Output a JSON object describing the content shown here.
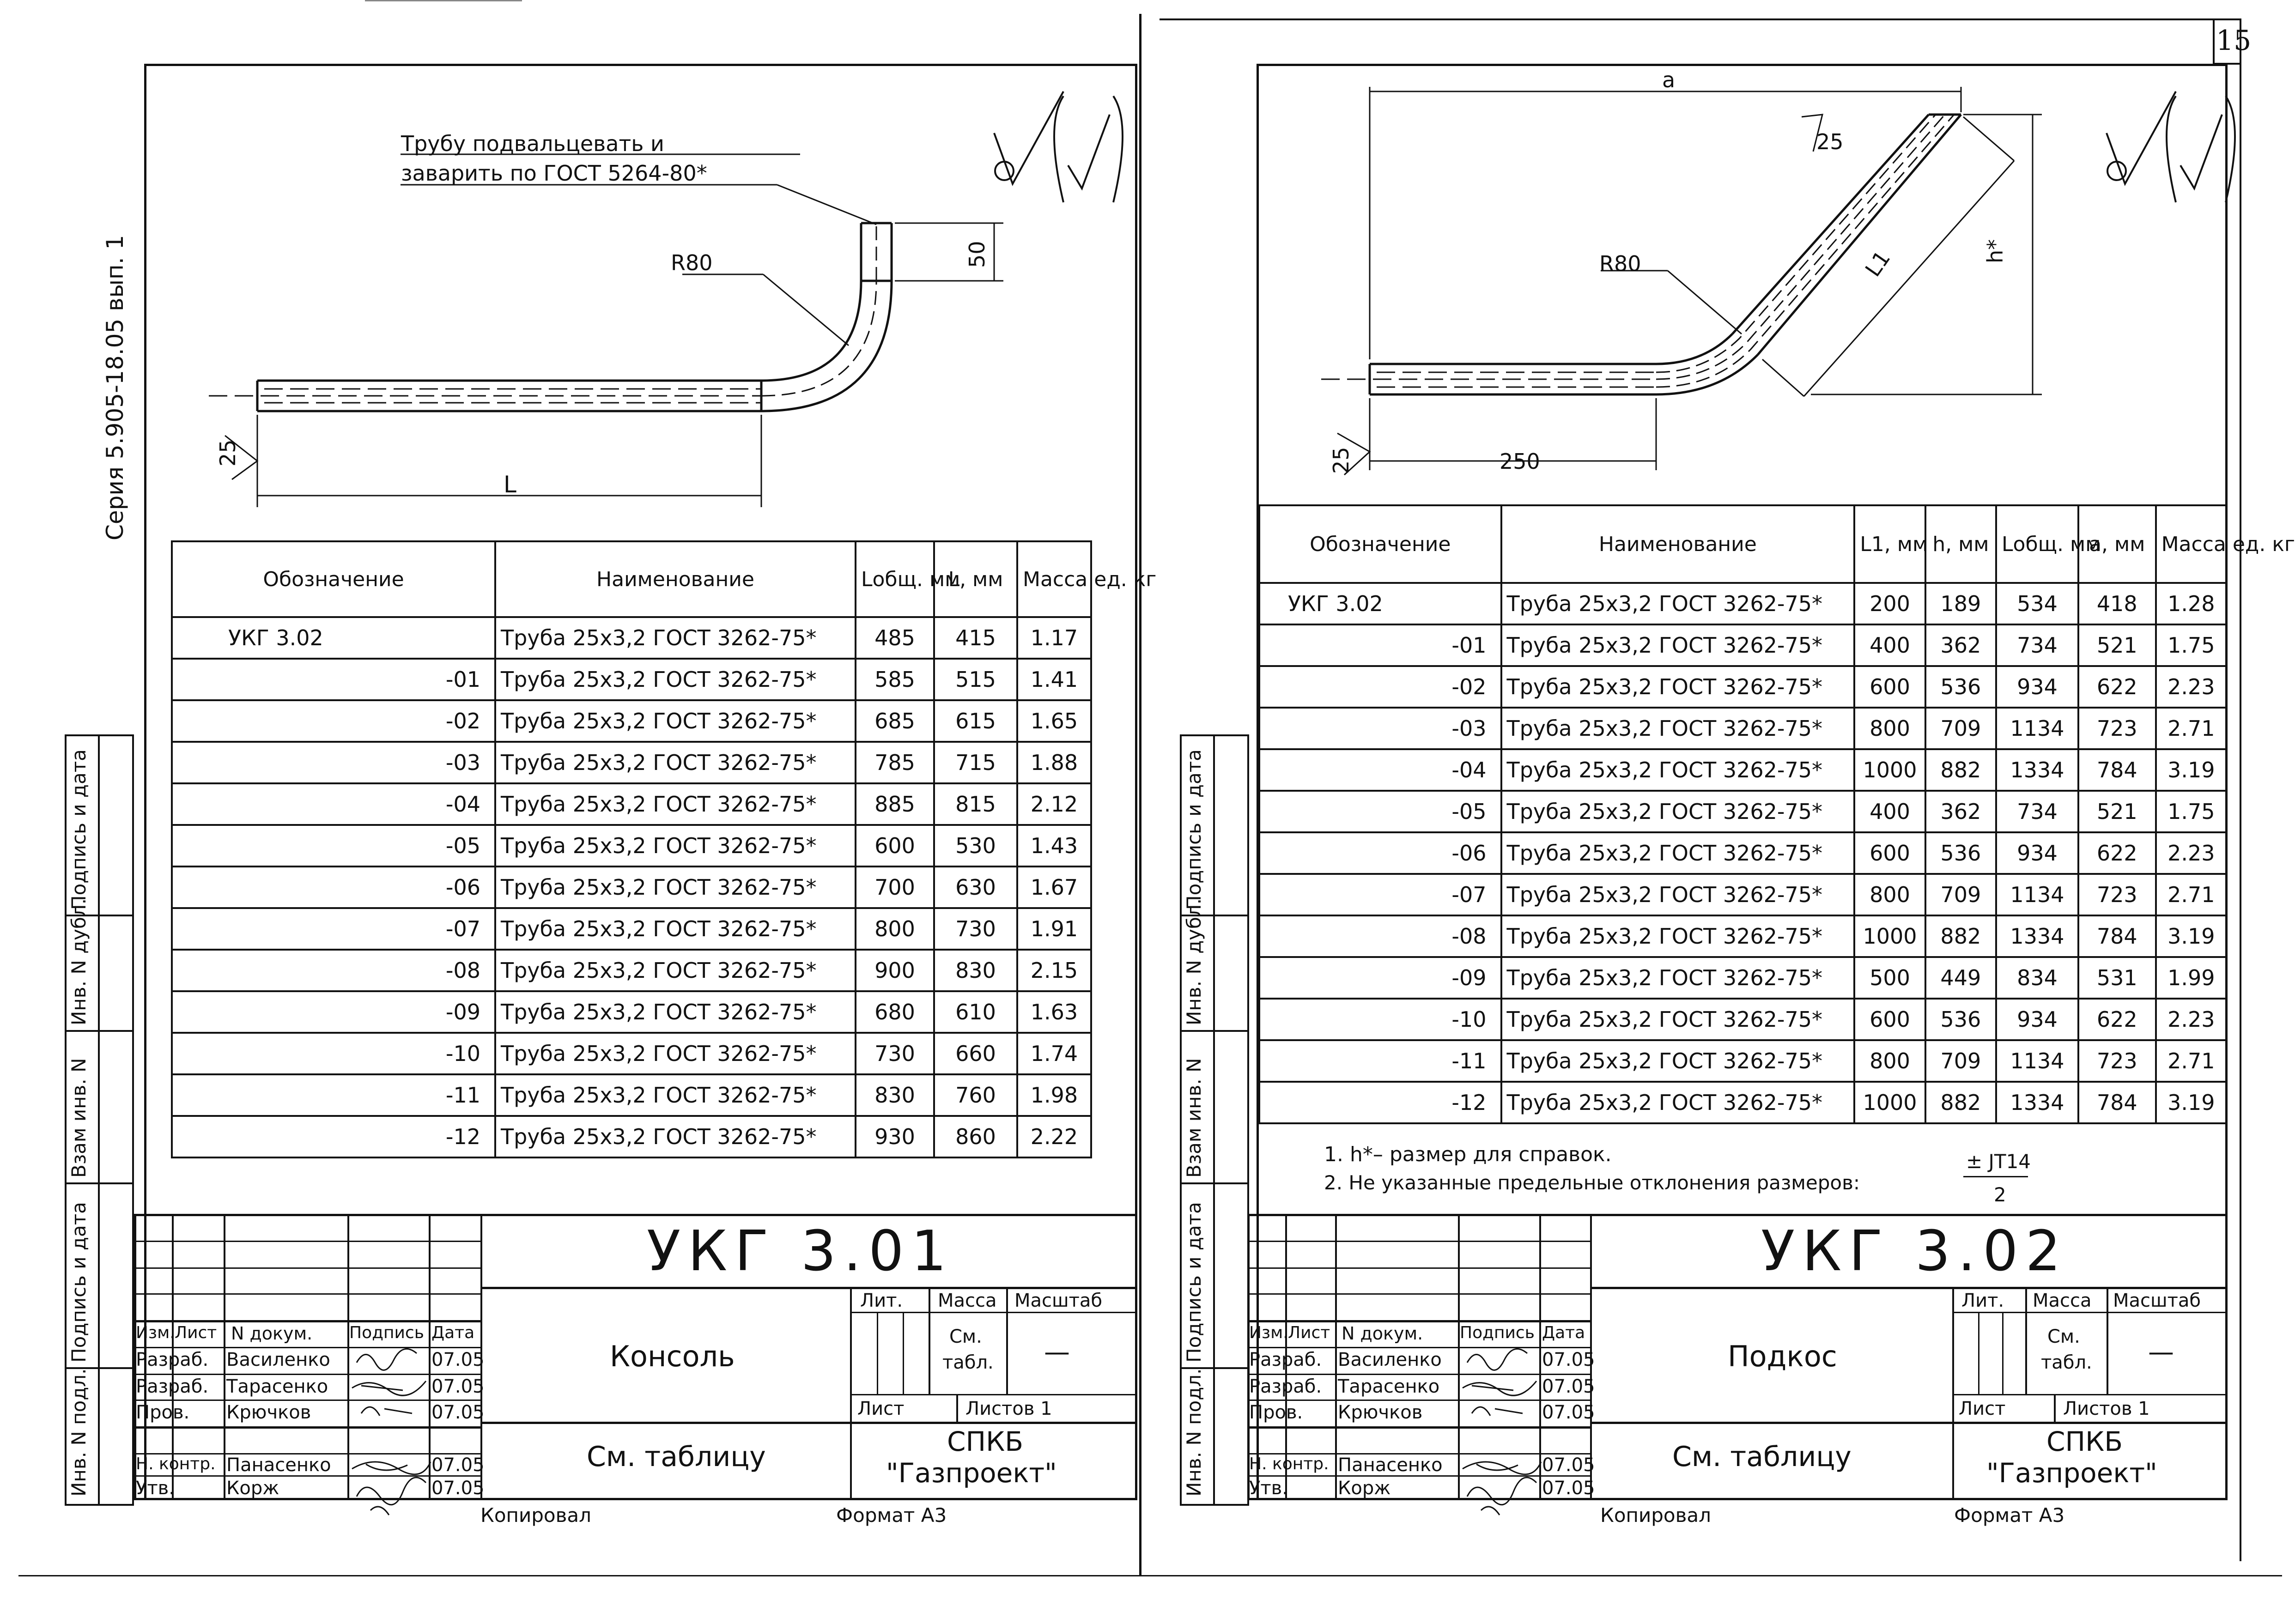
{
  "page_number": "15",
  "series_label": "Серия 5.905-18.05 вып. 1",
  "side_strip": {
    "labels": [
      "Инв. N подл.",
      "Подпись и дата",
      "Взам инв. N",
      "Инв. N дубл.",
      "Подпись и дата"
    ]
  },
  "left": {
    "note_line1": "Трубу подвальцевать и",
    "note_line2": "заварить по ГОСТ 5264-80*",
    "dim_r": "R80",
    "dim_50": "50",
    "dim_25": "25",
    "dim_L": "L",
    "headers": [
      "Обозначение",
      "Наименование",
      "Lобщ. мм",
      "L, мм",
      "Масса ед. кг"
    ],
    "rows": [
      {
        "code": "УКГ 3.02",
        "name": "Труба 25х3,2 ГОСТ 3262-75*",
        "lt": "485",
        "l": "415",
        "m": "1.17"
      },
      {
        "code": "-01",
        "name": "Труба 25х3,2 ГОСТ 3262-75*",
        "lt": "585",
        "l": "515",
        "m": "1.41"
      },
      {
        "code": "-02",
        "name": "Труба 25х3,2 ГОСТ 3262-75*",
        "lt": "685",
        "l": "615",
        "m": "1.65"
      },
      {
        "code": "-03",
        "name": "Труба 25х3,2 ГОСТ 3262-75*",
        "lt": "785",
        "l": "715",
        "m": "1.88"
      },
      {
        "code": "-04",
        "name": "Труба 25х3,2 ГОСТ 3262-75*",
        "lt": "885",
        "l": "815",
        "m": "2.12"
      },
      {
        "code": "-05",
        "name": "Труба 25х3,2 ГОСТ 3262-75*",
        "lt": "600",
        "l": "530",
        "m": "1.43"
      },
      {
        "code": "-06",
        "name": "Труба 25х3,2 ГОСТ 3262-75*",
        "lt": "700",
        "l": "630",
        "m": "1.67"
      },
      {
        "code": "-07",
        "name": "Труба 25х3,2 ГОСТ 3262-75*",
        "lt": "800",
        "l": "730",
        "m": "1.91"
      },
      {
        "code": "-08",
        "name": "Труба 25х3,2 ГОСТ 3262-75*",
        "lt": "900",
        "l": "830",
        "m": "2.15"
      },
      {
        "code": "-09",
        "name": "Труба 25х3,2 ГОСТ 3262-75*",
        "lt": "680",
        "l": "610",
        "m": "1.63"
      },
      {
        "code": "-10",
        "name": "Труба 25х3,2 ГОСТ 3262-75*",
        "lt": "730",
        "l": "660",
        "m": "1.74"
      },
      {
        "code": "-11",
        "name": "Труба 25х3,2 ГОСТ 3262-75*",
        "lt": "830",
        "l": "760",
        "m": "1.98"
      },
      {
        "code": "-12",
        "name": "Труба 25х3,2 ГОСТ 3262-75*",
        "lt": "930",
        "l": "860",
        "m": "2.22"
      }
    ],
    "stamp": {
      "doc_code": "УКГ 3.01",
      "title": "Консоль",
      "material": "См. таблицу",
      "lit": "Лит.",
      "mass": "Масса",
      "scale": "Масштаб",
      "mass_value_1": "См.",
      "mass_value_2": "табл.",
      "scale_value": "—",
      "sheet": "Лист",
      "sheets": "Листов 1",
      "org1": "СПКБ",
      "org2": "\"Газпроект\"",
      "col_headers": [
        "Изм.",
        "Лист",
        "N докум.",
        "Подпись",
        "Дата"
      ],
      "people": [
        {
          "role": "Разраб.",
          "name": "Василенко",
          "date": "07.05"
        },
        {
          "role": "Разраб.",
          "name": "Тарасенко",
          "date": "07.05"
        },
        {
          "role": "Пров.",
          "name": "Крючков",
          "date": "07.05"
        },
        {
          "role": "Н. контр.",
          "name": "Панасенко",
          "date": "07.05"
        },
        {
          "role": "Утв.",
          "name": "Корж",
          "date": "07.05"
        }
      ]
    },
    "copied": "Копировал",
    "format": "Формат А3"
  },
  "right": {
    "dim_a": "a",
    "dim_25": "25",
    "dim_r": "R80",
    "dim_L1": "L1",
    "dim_h": "h*",
    "dim_250": "250",
    "dim_25b": "25",
    "headers": [
      "Обозначение",
      "Наименование",
      "L1, мм",
      "h, мм",
      "Lобщ. мм",
      "a, мм",
      "Масса ед. кг"
    ],
    "rows": [
      {
        "code": "УКГ 3.02",
        "name": "Труба 25х3,2 ГОСТ 3262-75*",
        "l1": "200",
        "h": "189",
        "lt": "534",
        "a": "418",
        "m": "1.28"
      },
      {
        "code": "-01",
        "name": "Труба 25х3,2 ГОСТ 3262-75*",
        "l1": "400",
        "h": "362",
        "lt": "734",
        "a": "521",
        "m": "1.75"
      },
      {
        "code": "-02",
        "name": "Труба 25х3,2 ГОСТ 3262-75*",
        "l1": "600",
        "h": "536",
        "lt": "934",
        "a": "622",
        "m": "2.23"
      },
      {
        "code": "-03",
        "name": "Труба 25х3,2 ГОСТ 3262-75*",
        "l1": "800",
        "h": "709",
        "lt": "1134",
        "a": "723",
        "m": "2.71"
      },
      {
        "code": "-04",
        "name": "Труба 25х3,2 ГОСТ 3262-75*",
        "l1": "1000",
        "h": "882",
        "lt": "1334",
        "a": "784",
        "m": "3.19"
      },
      {
        "code": "-05",
        "name": "Труба 25х3,2 ГОСТ 3262-75*",
        "l1": "400",
        "h": "362",
        "lt": "734",
        "a": "521",
        "m": "1.75"
      },
      {
        "code": "-06",
        "name": "Труба 25х3,2 ГОСТ 3262-75*",
        "l1": "600",
        "h": "536",
        "lt": "934",
        "a": "622",
        "m": "2.23"
      },
      {
        "code": "-07",
        "name": "Труба 25х3,2 ГОСТ 3262-75*",
        "l1": "800",
        "h": "709",
        "lt": "1134",
        "a": "723",
        "m": "2.71"
      },
      {
        "code": "-08",
        "name": "Труба 25х3,2 ГОСТ 3262-75*",
        "l1": "1000",
        "h": "882",
        "lt": "1334",
        "a": "784",
        "m": "3.19"
      },
      {
        "code": "-09",
        "name": "Труба 25х3,2 ГОСТ 3262-75*",
        "l1": "500",
        "h": "449",
        "lt": "834",
        "a": "531",
        "m": "1.99"
      },
      {
        "code": "-10",
        "name": "Труба 25х3,2 ГОСТ 3262-75*",
        "l1": "600",
        "h": "536",
        "lt": "934",
        "a": "622",
        "m": "2.23"
      },
      {
        "code": "-11",
        "name": "Труба 25х3,2 ГОСТ 3262-75*",
        "l1": "800",
        "h": "709",
        "lt": "1134",
        "a": "723",
        "m": "2.71"
      },
      {
        "code": "-12",
        "name": "Труба 25х3,2 ГОСТ 3262-75*",
        "l1": "1000",
        "h": "882",
        "lt": "1334",
        "a": "784",
        "m": "3.19"
      }
    ],
    "note1": "1. h*– размер для справок.",
    "note2": "2. Не указанные предельные отклонения размеров:",
    "tol_top": "± JT14",
    "tol_bottom": "2",
    "stamp": {
      "doc_code": "УКГ 3.02",
      "title": "Подкос",
      "material": "См. таблицу",
      "lit": "Лит.",
      "mass": "Масса",
      "scale": "Масштаб",
      "mass_value_1": "См.",
      "mass_value_2": "табл.",
      "scale_value": "—",
      "sheet": "Лист",
      "sheets": "Листов 1",
      "org1": "СПКБ",
      "org2": "\"Газпроект\"",
      "col_headers": [
        "Изм.",
        "Лист",
        "N докум.",
        "Подпись",
        "Дата"
      ],
      "people": [
        {
          "role": "Разраб.",
          "name": "Василенко",
          "date": "07.05"
        },
        {
          "role": "Разраб.",
          "name": "Тарасенко",
          "date": "07.05"
        },
        {
          "role": "Пров.",
          "name": "Крючков",
          "date": "07.05"
        },
        {
          "role": "Н. контр.",
          "name": "Панасенко",
          "date": "07.05"
        },
        {
          "role": "Утв.",
          "name": "Корж",
          "date": "07.05"
        }
      ]
    },
    "copied": "Копировал",
    "format": "Формат А3"
  }
}
